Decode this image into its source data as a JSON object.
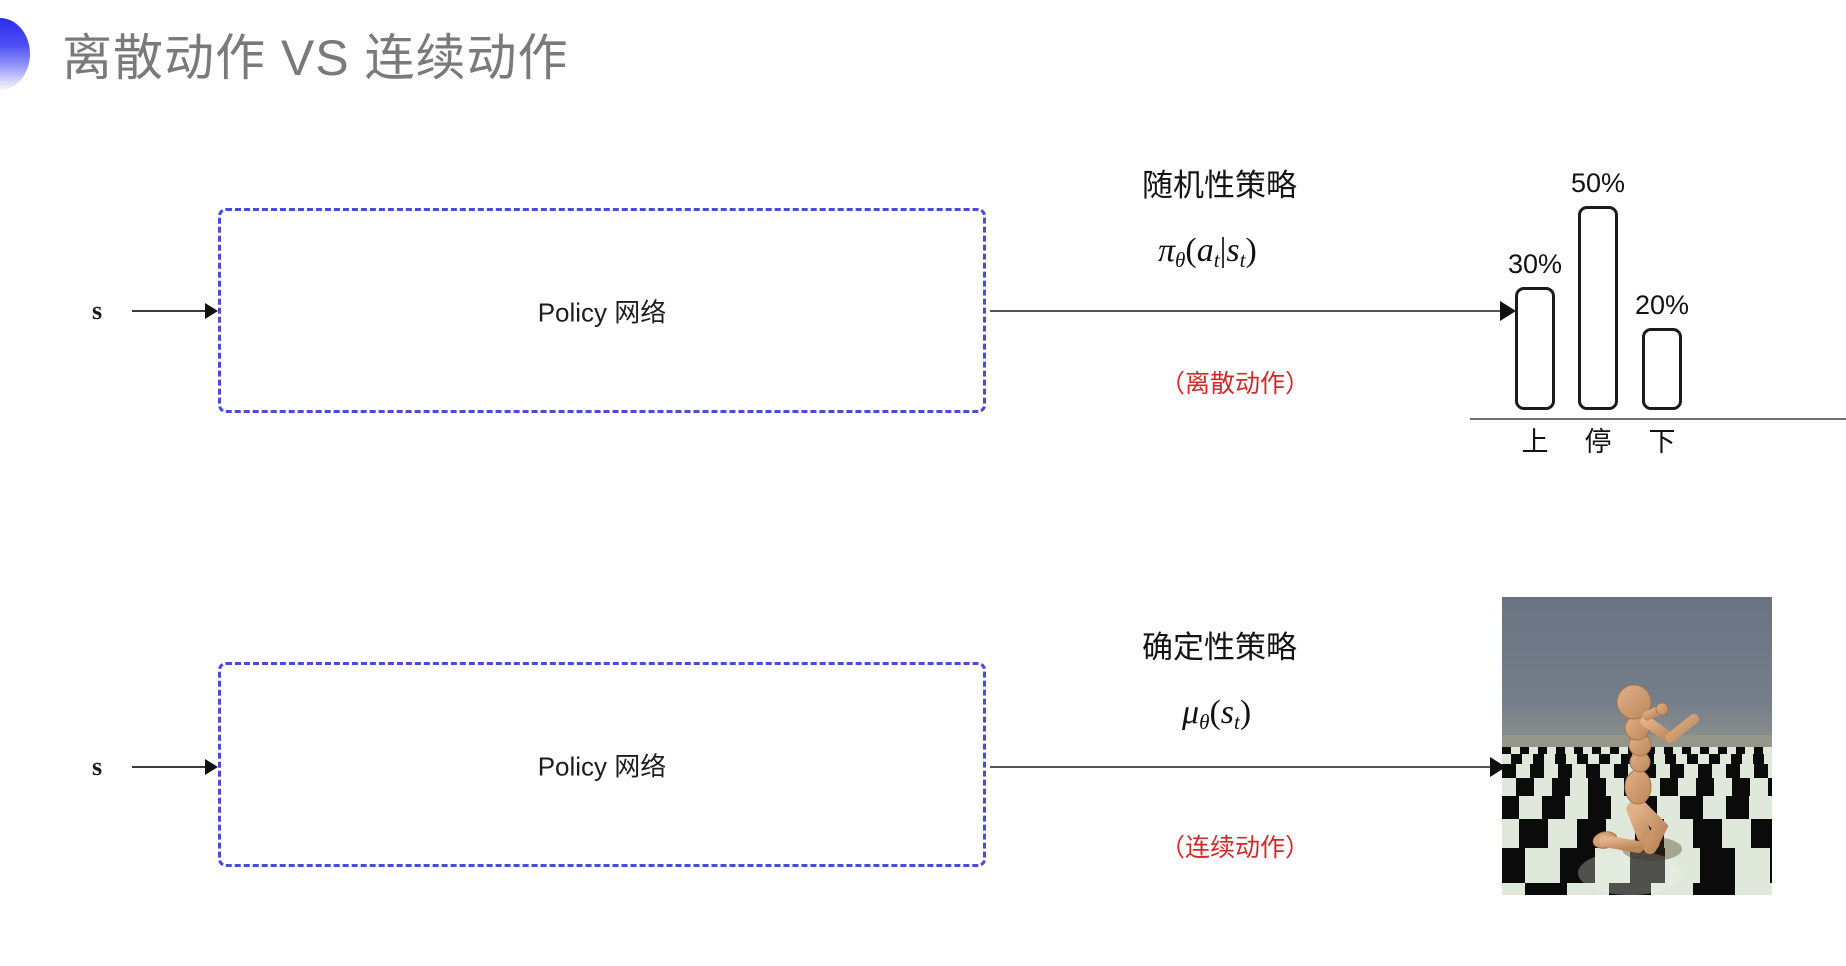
{
  "slide": {
    "title": "离散动作 VS 连续动作",
    "title_color": "#7a7a7a",
    "accent_color": "#3232f0",
    "background": "#ffffff"
  },
  "rows": [
    {
      "id": "discrete",
      "state_label": "s",
      "box_label": "Policy 网络",
      "box_border_color": "#4b4bd6",
      "policy_title": "随机性策略",
      "formula": {
        "fn": "π",
        "sub": "θ",
        "open": "(",
        "arg1": "a",
        "arg1_sub": "t",
        "bar": "|",
        "arg2": "s",
        "arg2_sub": "t",
        "close": ")"
      },
      "action_note": "（离散动作）",
      "action_note_color": "#d12a2a",
      "output_type": "bar-chart"
    },
    {
      "id": "continuous",
      "state_label": "s",
      "box_label": "Policy 网络",
      "box_border_color": "#4b4bd6",
      "policy_title": "确定性策略",
      "formula": {
        "fn": "μ",
        "sub": "θ",
        "open": "(",
        "arg1": "s",
        "arg1_sub": "t",
        "bar": "",
        "arg2": "",
        "arg2_sub": "",
        "close": ")"
      },
      "action_note": "（连续动作）",
      "action_note_color": "#d12a2a",
      "output_type": "humanoid-image"
    }
  ],
  "chart_data": {
    "type": "bar",
    "title": "",
    "xlabel": "",
    "ylabel": "",
    "categories": [
      "上",
      "停",
      "下"
    ],
    "values": [
      30,
      50,
      20
    ],
    "value_labels": [
      "30%",
      "50%",
      "20%"
    ],
    "ylim": [
      0,
      60
    ],
    "grid": false,
    "legend": null,
    "bar_fill": "#ffffff",
    "bar_stroke": "#1b1b1b"
  },
  "humanoid": {
    "caption": "",
    "sky_color": "#6f7887",
    "floor_light": "#dfe8da",
    "floor_dark": "#0b0b0b",
    "body_color": "#d6a274"
  }
}
